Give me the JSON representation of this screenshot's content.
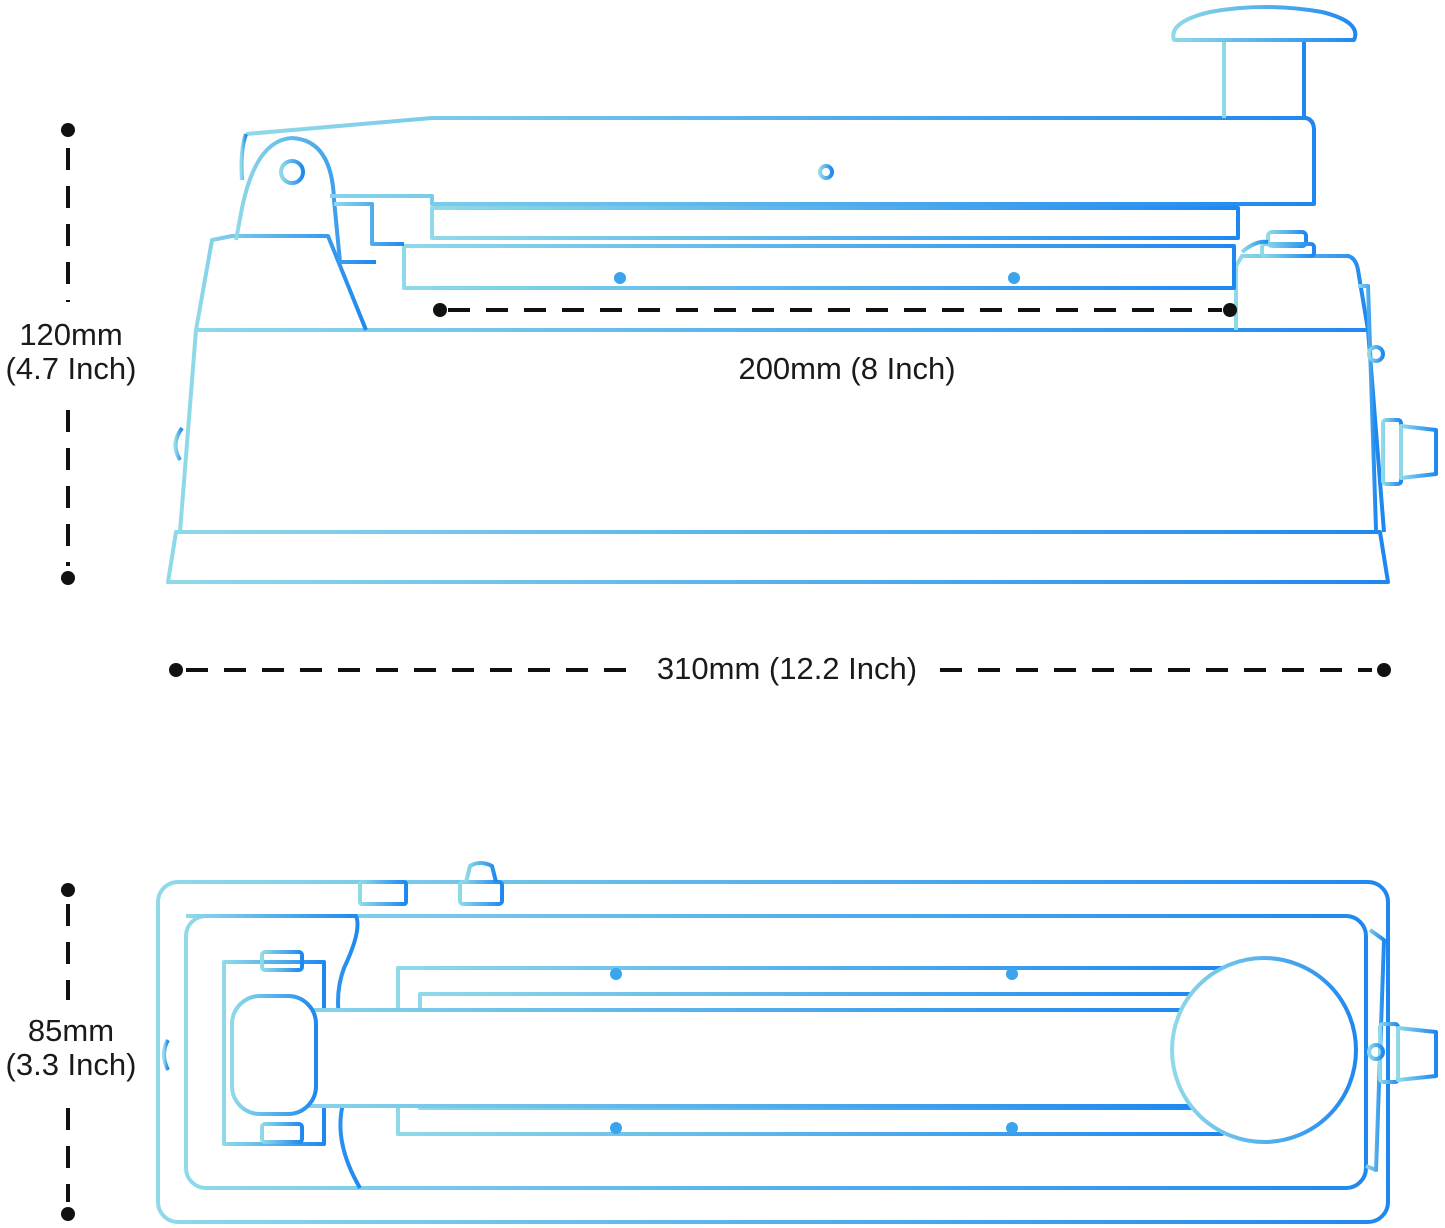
{
  "dimensions": {
    "height": {
      "metric": "120mm",
      "imperial": "(4.7 Inch)"
    },
    "seal_length": {
      "text": "200mm (8 Inch)"
    },
    "width": {
      "text": "310mm (12.2 Inch)"
    },
    "depth": {
      "metric": "85mm",
      "imperial": "(3.3 Inch)"
    }
  },
  "colors": {
    "outline_gradient_start": "#8fd9e8",
    "outline_gradient_end": "#1e88f0",
    "dimension_line": "#111111",
    "label_text": "#1a1a1a"
  }
}
